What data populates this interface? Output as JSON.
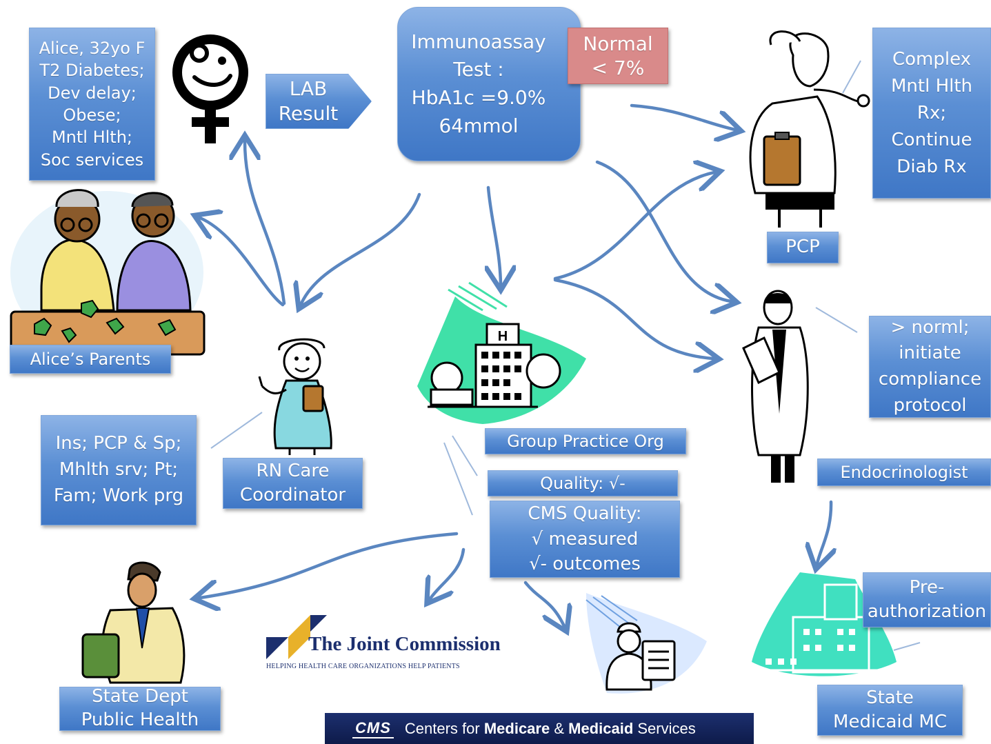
{
  "lab_test": {
    "lines": [
      "Immunoassay",
      "Test :",
      "HbA1c =9.0%",
      "64mmol"
    ]
  },
  "normal_box": {
    "lines": [
      "Normal",
      "< 7%"
    ]
  },
  "lab_result": {
    "lines": [
      "LAB",
      "Result"
    ]
  },
  "patient_info": {
    "lines": [
      "Alice, 32yo F",
      "T2 Diabetes;",
      "Dev  delay;",
      "Obese;",
      "Mntl Hlth;",
      "Soc services"
    ]
  },
  "pcp_notes": {
    "lines": [
      "Complex",
      "Mntl Hlth",
      "Rx;",
      "Continue",
      "Diab Rx"
    ]
  },
  "pcp_label": "PCP",
  "endo_notes": {
    "lines": [
      "> norml;",
      "initiate",
      "compliance",
      "protocol"
    ]
  },
  "endo_label": "Endocrinologist",
  "parents_label": "Alice’s Parents",
  "rn_notes": {
    "lines": [
      "Ins; PCP & Sp;",
      "Mhlth srv; Pt;",
      "Fam; Work prg"
    ]
  },
  "rn_label": {
    "lines": [
      "RN Care",
      "Coordinator"
    ]
  },
  "group_label": "Group Practice Org",
  "quality_label": "Quality: √-",
  "cms_quality": {
    "lines": [
      "CMS Quality:",
      "√ measured",
      "√-  outcomes"
    ]
  },
  "preauth": {
    "lines": [
      "Pre-",
      "authorization"
    ]
  },
  "medicaid_label": {
    "lines": [
      "State",
      "Medicaid MC"
    ]
  },
  "public_health_label": {
    "lines": [
      "State Dept",
      "Public Health"
    ]
  },
  "joint_commission": {
    "name": "The Joint Commission",
    "tagline": "HELPING HEALTH CARE ORGANIZATIONS HELP PATIENTS"
  },
  "cms_banner": {
    "logo": "CMS",
    "prefix": "Centers for ",
    "medicare": "Medicare",
    "amp": " & ",
    "medicaid": "Medicaid",
    "suffix": " Services"
  },
  "colors": {
    "box_blue": "#5b8fd4",
    "arrow_blue": "#5a86c0",
    "normal_red": "#d98a8a",
    "teal": "#40e0c0",
    "navy": "#1c2f6e"
  },
  "icons": [
    "female-symbol-icon",
    "parents-puzzle-icon",
    "nurse-icon",
    "hospital-building-icon",
    "pcp-doctor-icon",
    "endocrinologist-icon",
    "public-health-officer-icon",
    "hospital-nurse-icon",
    "medicaid-building-icon",
    "joint-commission-logo-icon"
  ]
}
